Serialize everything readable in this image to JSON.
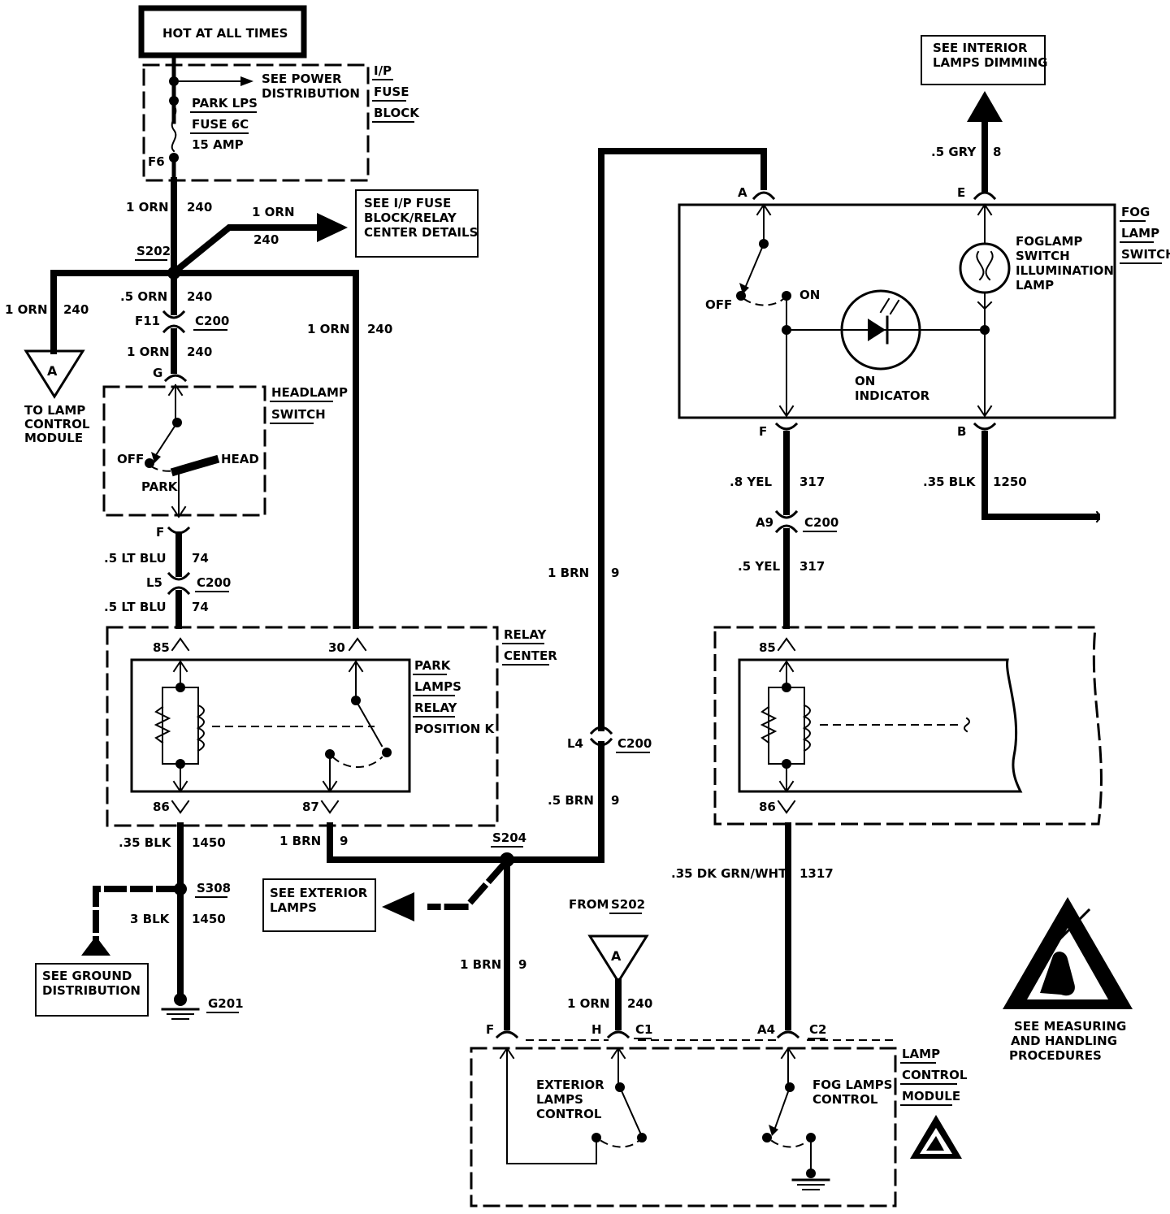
{
  "labels": {
    "hot": "HOT AT ALL TIMES",
    "see_power_1": "SEE POWER",
    "see_power_2": "DISTRIBUTION",
    "ip_1": "I/P",
    "ip_2": "FUSE",
    "ip_3": "BLOCK",
    "fuse_1": "PARK LPS",
    "fuse_2": "FUSE 6C",
    "fuse_3": "15 AMP",
    "f6": "F6",
    "w_1orn_a": "1 ORN",
    "w_240_a": "240",
    "w_1orn_b": "1 ORN",
    "w_240_b": "240",
    "see_ipfuse_1": "SEE I/P FUSE",
    "see_ipfuse_2": "BLOCK/RELAY",
    "see_ipfuse_3": "CENTER DETAILS",
    "s202": "S202",
    "w_1orn_c": "1 ORN",
    "w_240_c": "240",
    "w_5orn": ".5 ORN",
    "w_240_d": "240",
    "f11": "F11",
    "c200_a": "C200",
    "w_1orn_d": "1 ORN",
    "w_240_e": "240",
    "w_1orn_e": "1 ORN",
    "w_240_f": "240",
    "g": "G",
    "A_left": "A",
    "to_lamp_1": "TO LAMP",
    "to_lamp_2": "CONTROL",
    "to_lamp_3": "MODULE",
    "hl_1": "HEADLAMP",
    "hl_2": "SWITCH",
    "hl_off": "OFF",
    "hl_head": "HEAD",
    "hl_park": "PARK",
    "f_a": "F",
    "w_5ltblu_a": ".5 LT BLU",
    "w_74_a": "74",
    "l5": "L5",
    "c200_b": "C200",
    "w_5ltblu_b": ".5 LT BLU",
    "w_74_b": "74",
    "rc_1": "RELAY",
    "rc_2": "CENTER",
    "p85": "85",
    "p30": "30",
    "pl_1": "PARK",
    "pl_2": "LAMPS",
    "pl_3": "RELAY",
    "pl_4": "POSITION K",
    "p86": "86",
    "p87": "87",
    "w_35blk": ".35 BLK",
    "w_1450_a": "1450",
    "w_1brn_a": "1 BRN",
    "w_9_a": "9",
    "s308": "S308",
    "w_3blk": "3 BLK",
    "w_1450_b": "1450",
    "gnd_1": "SEE GROUND",
    "gnd_2": "DISTRIBUTION",
    "g201": "G201",
    "ext_1": "SEE EXTERIOR",
    "ext_2": "LAMPS",
    "s204": "S204",
    "w_1brn_b": "1 BRN",
    "w_9_b": "9",
    "l4": "L4",
    "c200_c": "C200",
    "w_5brn": ".5 BRN",
    "w_9_c": "9",
    "from_s202_1": "FROM",
    "from_s202_2": "S202",
    "A_mid": "A",
    "w_1brn_c": "1 BRN",
    "w_9_d": "9",
    "w_1orn_f": "1 ORN",
    "w_240_g": "240",
    "lcm_f": "F",
    "lcm_h": "H",
    "lcm_c1": "C1",
    "lcm_a4": "A4",
    "lcm_c2": "C2",
    "lcm_1": "LAMP",
    "lcm_2": "CONTROL",
    "lcm_3": "MODULE",
    "elc_1": "EXTERIOR",
    "elc_2": "LAMPS",
    "elc_3": "CONTROL",
    "flc_1": "FOG LAMPS",
    "flc_2": "CONTROL",
    "see_int_1": "SEE INTERIOR",
    "see_int_2": "LAMPS DIMMING",
    "w_5gry": ".5 GRY",
    "w_8": "8",
    "pa": "A",
    "pe": "E",
    "fs_1": "FOG",
    "fs_2": "LAMP",
    "fs_3": "SWITCH",
    "fs_off": "OFF",
    "fs_on": "ON",
    "fil_1": "FOGLAMP",
    "fil_2": "SWITCH",
    "fil_3": "ILLUMINATION",
    "fil_4": "LAMP",
    "on_ind_1": "ON",
    "on_ind_2": "INDICATOR",
    "pf": "F",
    "pb": "B",
    "w_8yel": ".8 YEL",
    "w_317_a": "317",
    "w_35blk_b": ".35 BLK",
    "w_1250": "1250",
    "a9": "A9",
    "c200_d": "C200",
    "w_5yel": ".5 YEL",
    "w_317_b": "317",
    "fr_85": "85",
    "fr_86": "86",
    "w_35dkgrn": ".35 DK GRN/WHT",
    "w_1317": "1317",
    "esd_1": "SEE MEASURING",
    "esd_2": "AND HANDLING",
    "esd_3": "PROCEDURES"
  }
}
